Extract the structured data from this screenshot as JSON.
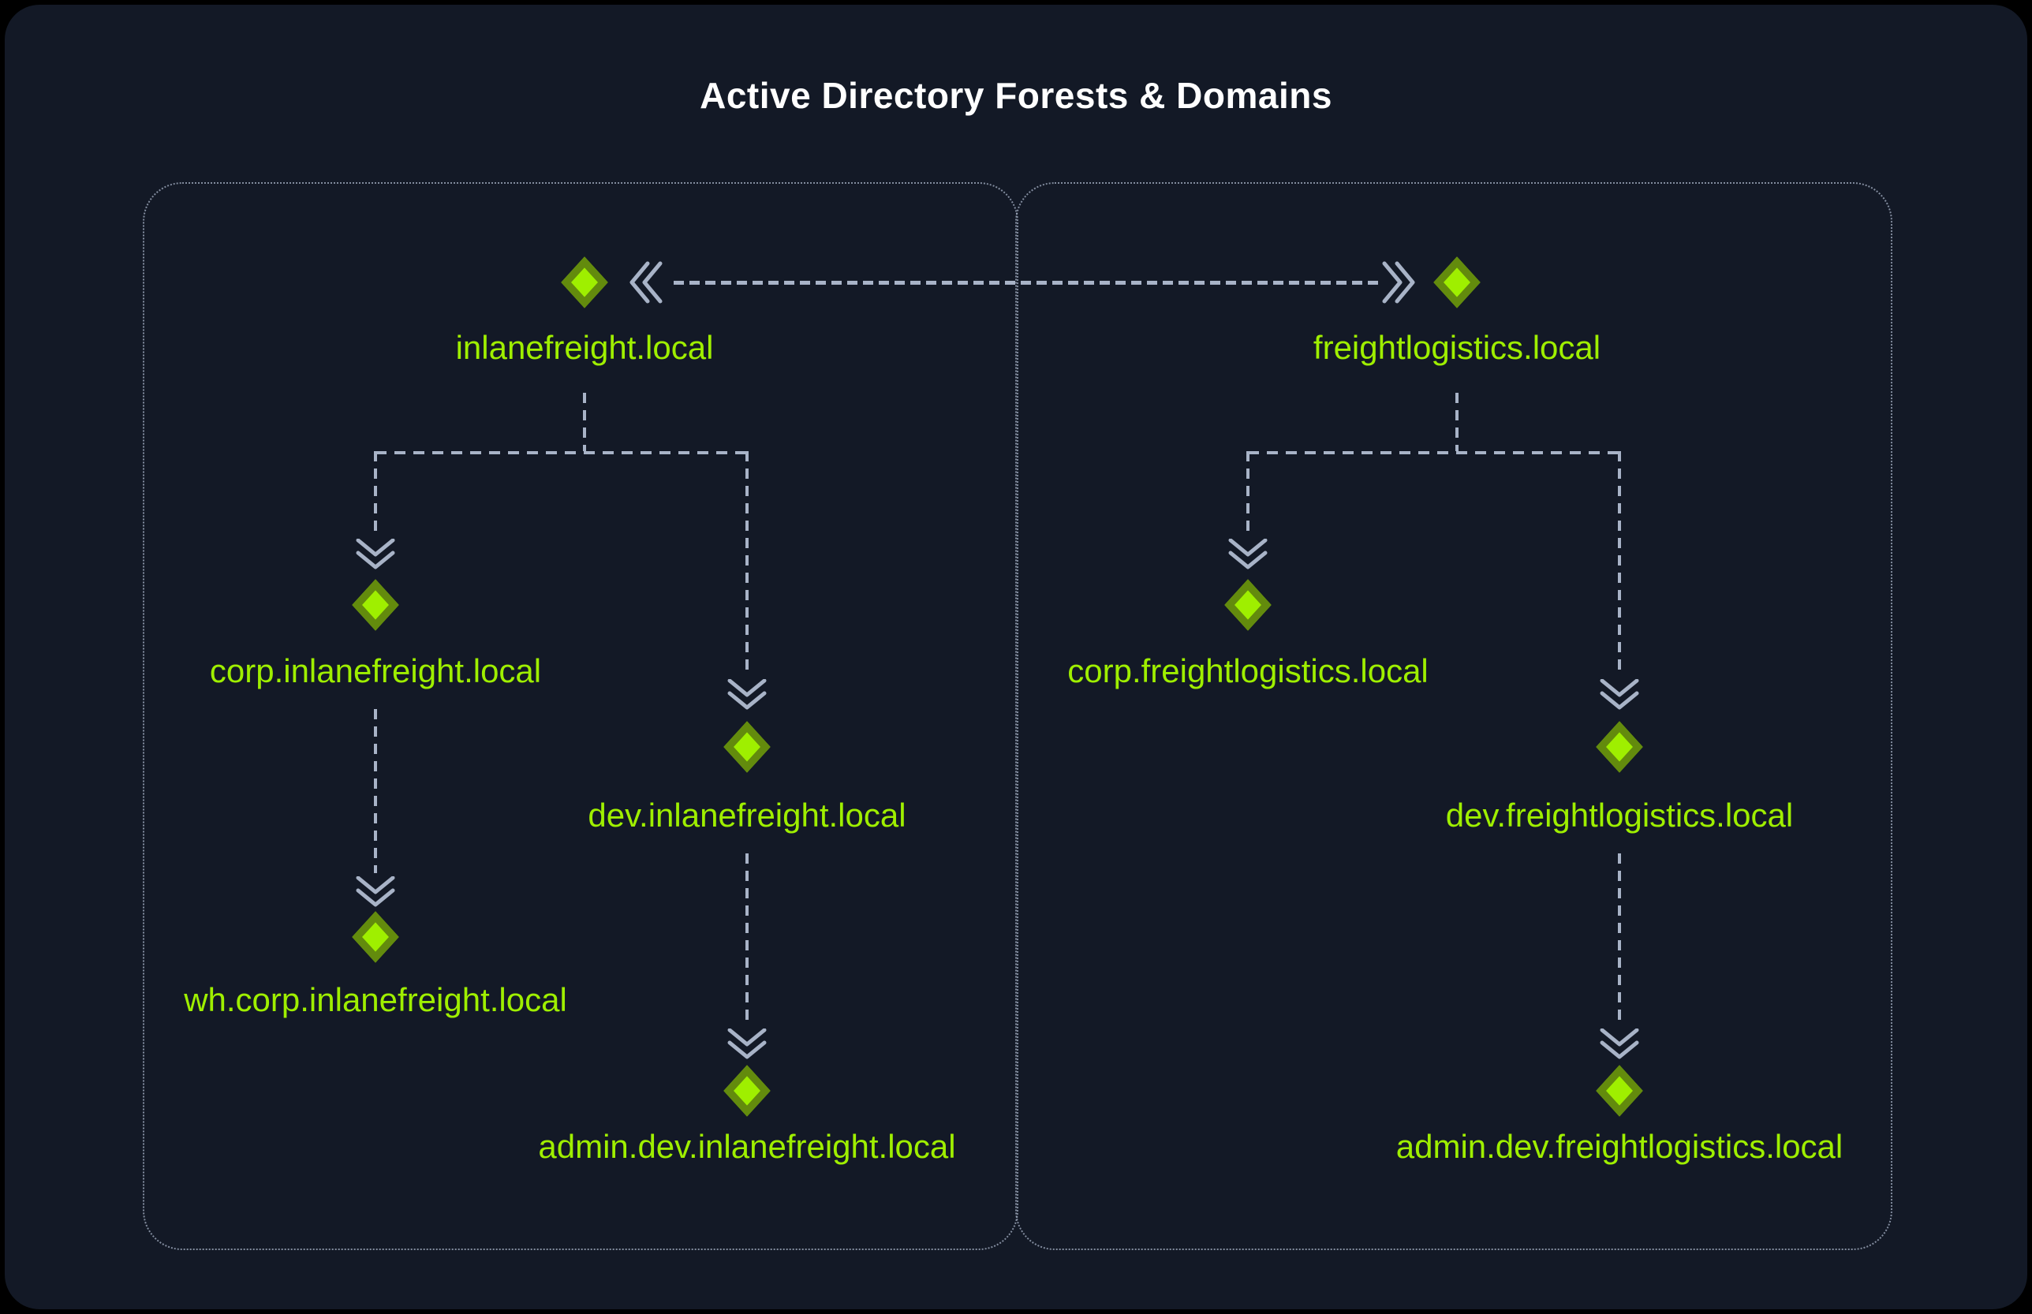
{
  "title": "Active Directory Forests & Domains",
  "colors": {
    "background_outer": "#000000",
    "background_panel": "#131926",
    "line": "#a8b3c7",
    "accent_green": "#9fef00",
    "diamond_border": "#638b0d",
    "title_text": "#ffffff"
  },
  "icons": {
    "domain": "diamond-icon",
    "trust_left": "double-chevron-left-icon",
    "trust_right": "double-chevron-right-icon",
    "parent_child": "double-chevron-down-icon"
  },
  "trust": {
    "type": "two-way forest trust",
    "style": "dashed-bidirectional-arrow"
  },
  "forests": [
    {
      "root": {
        "label": "inlanefreight.local"
      },
      "children": [
        {
          "label": "corp.inlanefreight.local",
          "children": [
            {
              "label": "wh.corp.inlanefreight.local",
              "children": []
            }
          ]
        },
        {
          "label": "dev.inlanefreight.local",
          "children": [
            {
              "label": "admin.dev.inlanefreight.local",
              "children": []
            }
          ]
        }
      ]
    },
    {
      "root": {
        "label": "freightlogistics.local"
      },
      "children": [
        {
          "label": "corp.freightlogistics.local",
          "children": []
        },
        {
          "label": "dev.freightlogistics.local",
          "children": [
            {
              "label": "admin.dev.freightlogistics.local",
              "children": []
            }
          ]
        }
      ]
    }
  ]
}
